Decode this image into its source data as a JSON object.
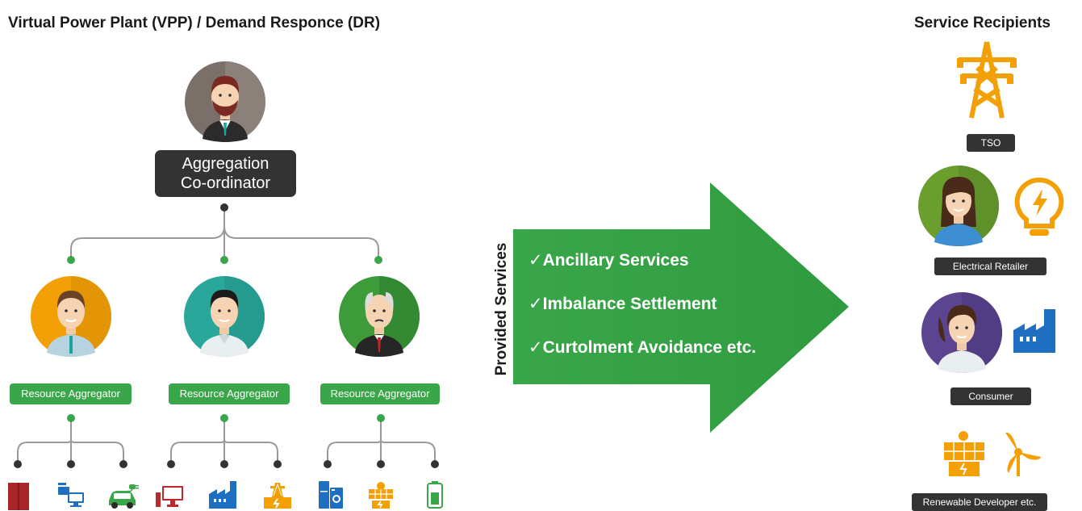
{
  "title": "Virtual Power Plant (VPP) / Demand Responce (DR)",
  "recipients_title": "Service Recipients",
  "coordinator": {
    "line1": "Aggregation",
    "line2": "Co-ordinator",
    "icon": "coordinator-avatar"
  },
  "aggregators": [
    {
      "label": "Resource Aggregator",
      "icon": "aggregator-avatar-orange",
      "color": "#f3a007"
    },
    {
      "label": "Resource Aggregator",
      "icon": "aggregator-avatar-teal",
      "color": "#2aa79b"
    },
    {
      "label": "Resource Aggregator",
      "icon": "aggregator-avatar-green",
      "color": "#3d9b3a"
    }
  ],
  "resources": [
    "storage-unit-icon",
    "computer-network-icon",
    "electric-car-icon",
    "desktop-computer-icon",
    "factory-icon",
    "power-substation-icon",
    "appliances-icon",
    "solar-panel-icon",
    "battery-icon"
  ],
  "arrow": {
    "side_label": "Provided Services",
    "check": "✓",
    "services": [
      "Ancillary Services",
      "Imbalance Settlement",
      "Curtolment Avoidance etc."
    ],
    "color": "#3aa64a"
  },
  "recipients": [
    {
      "label": "TSO",
      "icon": "transmission-tower-icon"
    },
    {
      "label": "Electrical Retailer",
      "icon": "lightbulb-icon"
    },
    {
      "label": "Consumer",
      "icon": "factory-icon"
    },
    {
      "label": "Renewable Developer etc.",
      "icon": "solar-wind-icon"
    }
  ],
  "colors": {
    "accent_green": "#3aa64a",
    "accent_orange": "#f3a007",
    "dark_label": "#333333",
    "blue_icon": "#1e6fc2"
  }
}
